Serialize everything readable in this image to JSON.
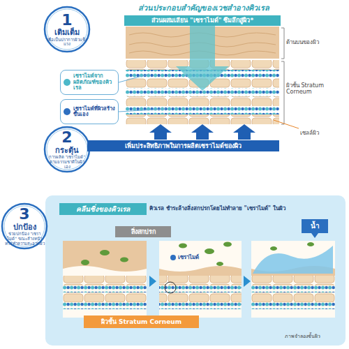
{
  "diagram": {
    "title": "ส่วนประกอบสำคัญของเวชสำอางคิวเรล",
    "nodes": [
      {
        "text": [
          "1",
          "เติมเต็ม",
          "เพื่อเป็นปราการผิวแข็งแรง"
        ]
      },
      {
        "text": [
          "ส่วนผสมเลียน \"เซราไมด์\" ซึมลึกสู่ผิว*"
        ]
      },
      {
        "text": [
          "2",
          "กระตุ้น",
          "การผลิต \"เซราไมด์\" ตามธรรมชาติในผิวเอง"
        ]
      },
      {
        "text": [
          "เพิ่มประสิทธิภาพในการผลิตเซราไมด์ของผิว"
        ]
      },
      {
        "text": [
          "คลีนซิ่งของคิวเรล"
        ]
      },
      {
        "text": [
          "3",
          "ปกป้อง",
          "ช่วยปกป้อง \"เซราไมด์\" ขณะล้างหน้าหรือทำความสะอาดผิว"
        ]
      },
      {
        "text": [
          "สิ่งสกปรก"
        ]
      },
      {
        "text": [
          "น้ำ"
        ]
      },
      {
        "text": [
          "ผิวชั้น Stratum Corneum"
        ]
      }
    ],
    "labels": [
      "ด้านบนของผิว",
      "ผิวชั้น Stratum Corneum",
      "เซลล์ผิว",
      "คิวเรล ชำระล้างสิ่งสกปรกโดยไม่ทำลาย \"เซราไมด์\" ในผิว",
      "เซราไมด์",
      "ภาพจำลองชั้นผิว"
    ],
    "legend": [
      {
        "text": "เซราไมด์จากผลิตภัณฑ์ของคิวเรล",
        "color": "#4cb8c9"
      },
      {
        "text": "เซราไมด์ที่ผิวสร้างขึ้นเอง",
        "color": "#2e6fc0"
      }
    ]
  }
}
